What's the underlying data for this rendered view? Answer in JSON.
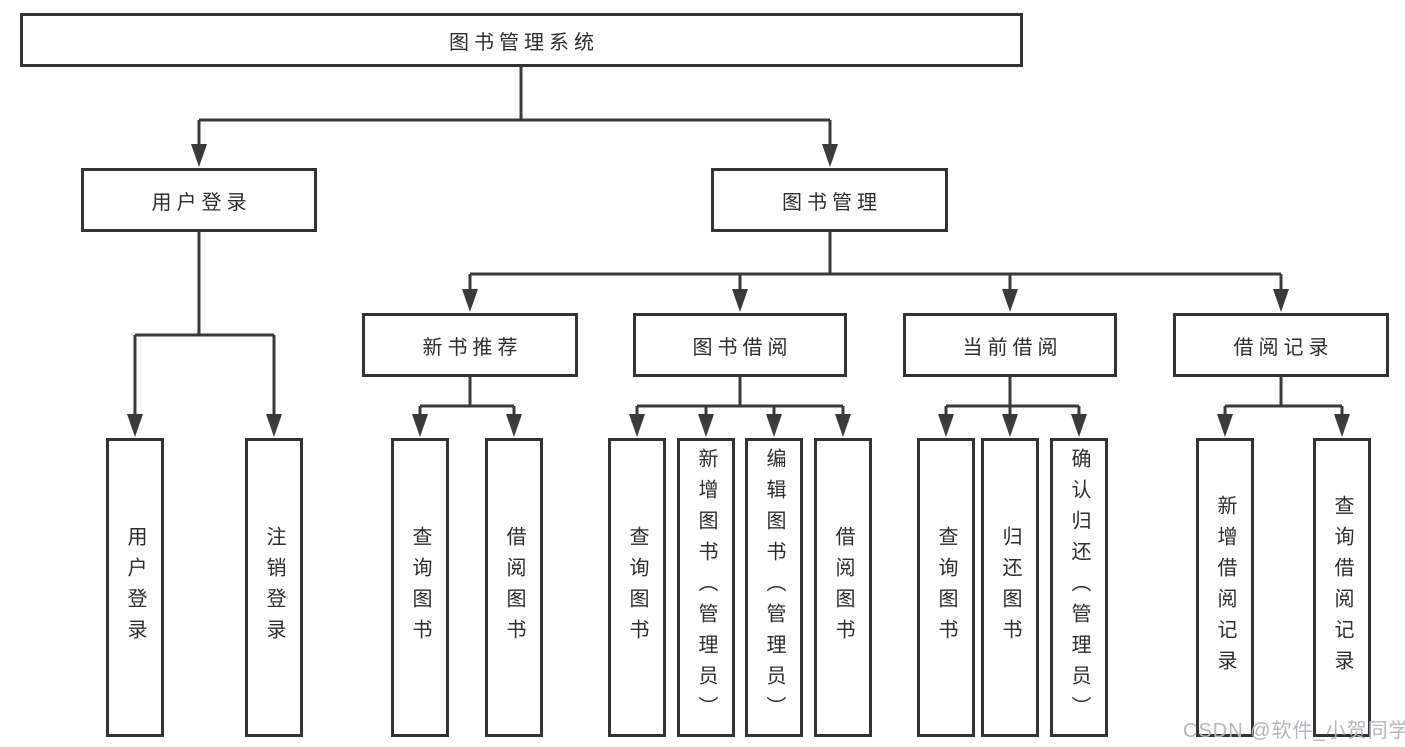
{
  "tree": {
    "root": {
      "label": "图书管理系统"
    },
    "branches": [
      {
        "label": "用户登录",
        "leaves": [
          {
            "label": "用户登录"
          },
          {
            "label": "注销登录"
          }
        ]
      },
      {
        "label": "图书管理",
        "groups": [
          {
            "label": "新书推荐",
            "leaves": [
              {
                "label": "查询图书"
              },
              {
                "label": "借阅图书"
              }
            ]
          },
          {
            "label": "图书借阅",
            "leaves": [
              {
                "label": "查询图书"
              },
              {
                "label": "新增图书（管理员）"
              },
              {
                "label": "编辑图书（管理员）"
              },
              {
                "label": "借阅图书"
              }
            ]
          },
          {
            "label": "当前借阅",
            "leaves": [
              {
                "label": "查询图书"
              },
              {
                "label": "归还图书"
              },
              {
                "label": "确认归还（管理员）"
              }
            ]
          },
          {
            "label": "借阅记录",
            "leaves": [
              {
                "label": "新增借阅记录"
              },
              {
                "label": "查询借阅记录"
              }
            ]
          }
        ]
      }
    ]
  },
  "watermark": {
    "text": "CSDN @软件_小贺同学"
  },
  "colors": {
    "line": "#3a3a3a",
    "box_border": "#333333",
    "text": "#2d2d2d",
    "watermark": "#b6b6bd",
    "background": "#ffffff"
  }
}
